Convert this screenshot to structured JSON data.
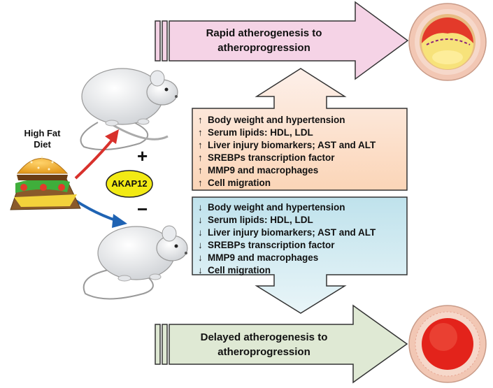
{
  "diet": {
    "label_line1": "High Fat",
    "label_line2": "Diet"
  },
  "gene": {
    "label": "AKAP12"
  },
  "signs": {
    "plus": "+",
    "minus": "−"
  },
  "top_banner": {
    "line1": "Rapid atherogenesis to",
    "line2": "atheroprogression",
    "color": "#f5d3e6"
  },
  "bottom_banner": {
    "line1": "Delayed atherogenesis to",
    "line2": "atheroprogression",
    "color": "#dfe9d4"
  },
  "increase_box": {
    "color": "#fbd5b7",
    "arrow": "↑",
    "items": [
      "Body weight and hypertension",
      "Serum lipids: HDL, LDL",
      "Liver injury biomarkers; AST and  ALT",
      "SREBPs transcription factor",
      "MMP9 and macrophages",
      "Cell migration"
    ]
  },
  "decrease_box": {
    "color": "#bfe2ec",
    "arrow": "↓",
    "items": [
      "Body weight and hypertension",
      "Serum lipids: HDL, LDL",
      "Liver injury biomarkers; AST and ALT",
      "SREBPs transcription factor",
      "MMP9 and macrophages",
      "Cell migration"
    ]
  },
  "colors": {
    "up_arrow": "#d8312c",
    "down_arrow": "#1f63b3",
    "gene_oval": "#f2ea14"
  }
}
